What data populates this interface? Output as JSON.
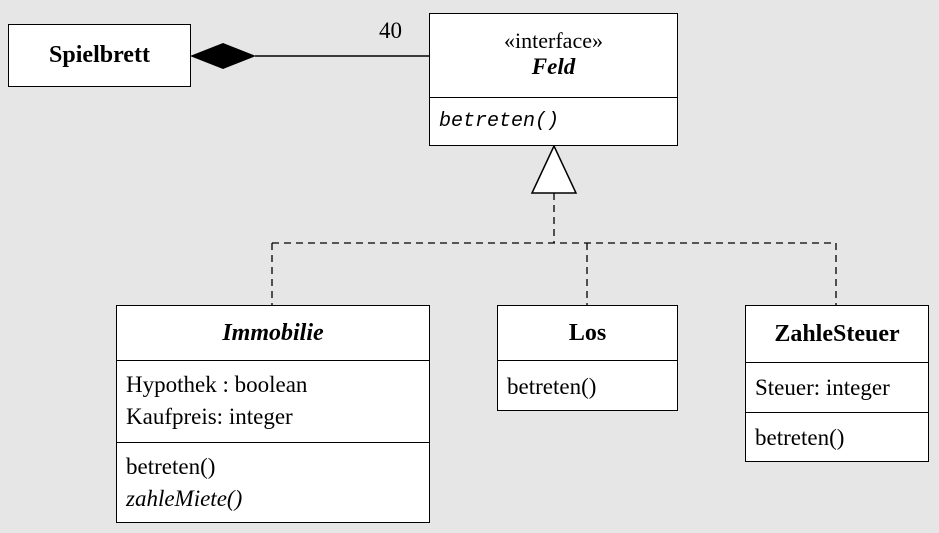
{
  "multiplicity": "40",
  "classes": {
    "spielbrett": {
      "name": "Spielbrett"
    },
    "feld": {
      "stereotype": "«interface»",
      "name": "Feld",
      "operations": [
        "betreten()"
      ]
    },
    "immobilie": {
      "name": "Immobilie",
      "attributes": [
        "Hypothek : boolean",
        "Kaufpreis: integer"
      ],
      "operations": [
        "betreten()",
        "zahleMiete()"
      ]
    },
    "los": {
      "name": "Los",
      "operations": [
        "betreten()"
      ]
    },
    "zahlesteuer": {
      "name": "ZahleSteuer",
      "attributes": [
        "Steuer: integer"
      ],
      "operations": [
        "betreten()"
      ]
    }
  }
}
